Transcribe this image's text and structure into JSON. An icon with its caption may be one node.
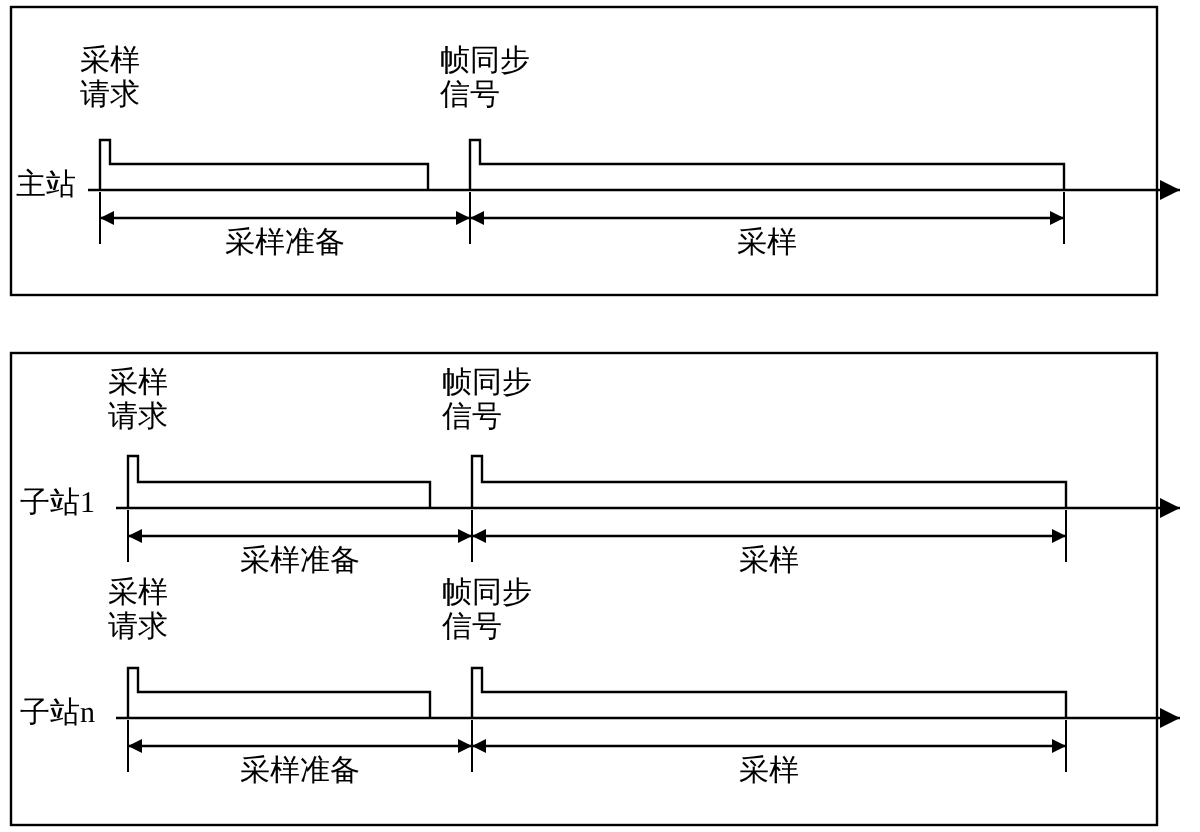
{
  "diagram": {
    "labels": [
      "采样请求",
      "帧同步信号",
      "主站",
      "采样准备",
      "采样",
      "采样请求",
      "帧同步信号",
      "子站1",
      "采样准备",
      "采样",
      "采样请求",
      "帧同步信号",
      "子站n",
      "采样准备",
      "采样"
    ]
  }
}
